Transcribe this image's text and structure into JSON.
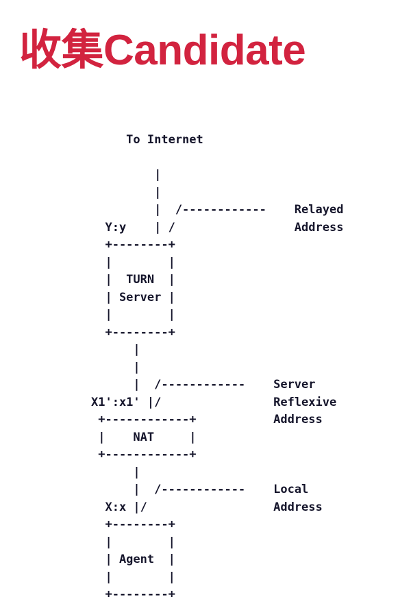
{
  "title": {
    "text": "收集Candidate",
    "color": "#d2233f"
  },
  "diagram": {
    "type": "ascii-network-diagram",
    "font_color": "#15152b",
    "top_label": "To Internet",
    "nodes": [
      {
        "name": "TURN Server",
        "lines": [
          "TURN",
          "Server"
        ],
        "box_width_dashes": 8,
        "address_label": "Y:y"
      },
      {
        "name": "NAT",
        "lines": [
          "NAT"
        ],
        "box_width_dashes": 12,
        "address_label": "X1':x1'"
      },
      {
        "name": "Agent",
        "lines": [
          "Agent"
        ],
        "box_width_dashes": 8,
        "address_label": "X:x"
      }
    ],
    "callouts": [
      {
        "id": "relayed",
        "lines": [
          "Relayed",
          "Address"
        ],
        "points_to": "TURN Server"
      },
      {
        "id": "server-reflexive",
        "lines": [
          "Server",
          "Reflexive",
          "Address"
        ],
        "points_to": "NAT"
      },
      {
        "id": "local",
        "lines": [
          "Local",
          "Address"
        ],
        "points_to": "Agent"
      }
    ],
    "art": "     To Internet\n\n         |\n         |\n         |  /------------\n  Y:y    | /\n  +--------+\n  |        |\n  |  TURN  |\n  | Server |\n  |        |\n  +--------+\n      |\n      |\n      |  /------------\nX1':x1' |/\n +------------+\n |    NAT     |\n +------------+\n      |\n      |  /------------\n  X:x |/\n  +--------+\n  |        |\n  | Agent  |\n  |        |\n  +--------+",
    "art_lines": [
      "     To Internet",
      "",
      "         |",
      "         |",
      "         |  /------------    Relayed",
      "  Y:y    | /                 Address",
      "  +--------+",
      "  |        |",
      "  |  TURN  |",
      "  | Server |",
      "  |        |",
      "  +--------+",
      "      |",
      "      |",
      "      |  /------------    Server",
      "X1':x1' |/                Reflexive",
      " +------------+           Address",
      " |    NAT     |",
      " +------------+",
      "      |",
      "      |  /------------    Local",
      "  X:x |/                  Address",
      "  +--------+",
      "  |        |",
      "  | Agent  |",
      "  |        |",
      "  +--------+"
    ]
  }
}
